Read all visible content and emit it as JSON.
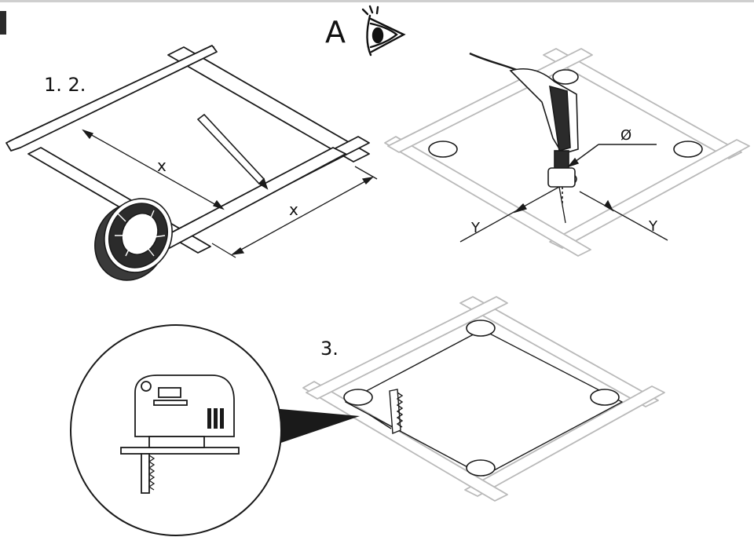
{
  "view_label": "A",
  "step_labels": {
    "s12": "1.  2.",
    "s3": "3."
  },
  "dimension_labels": {
    "x_top": "x",
    "x_bottom": "x",
    "diameter": "Ø",
    "y_left": "Y",
    "y_right": "Y"
  },
  "icons": [
    "eye-icon",
    "drill-icon",
    "tape-roll-icon",
    "pencil-icon",
    "jigsaw-icon"
  ],
  "colors": {
    "ink": "#1a1a1a",
    "light_line": "#b9b9b9",
    "dark_fill": "#2b2b2b",
    "bg": "#ffffff"
  }
}
